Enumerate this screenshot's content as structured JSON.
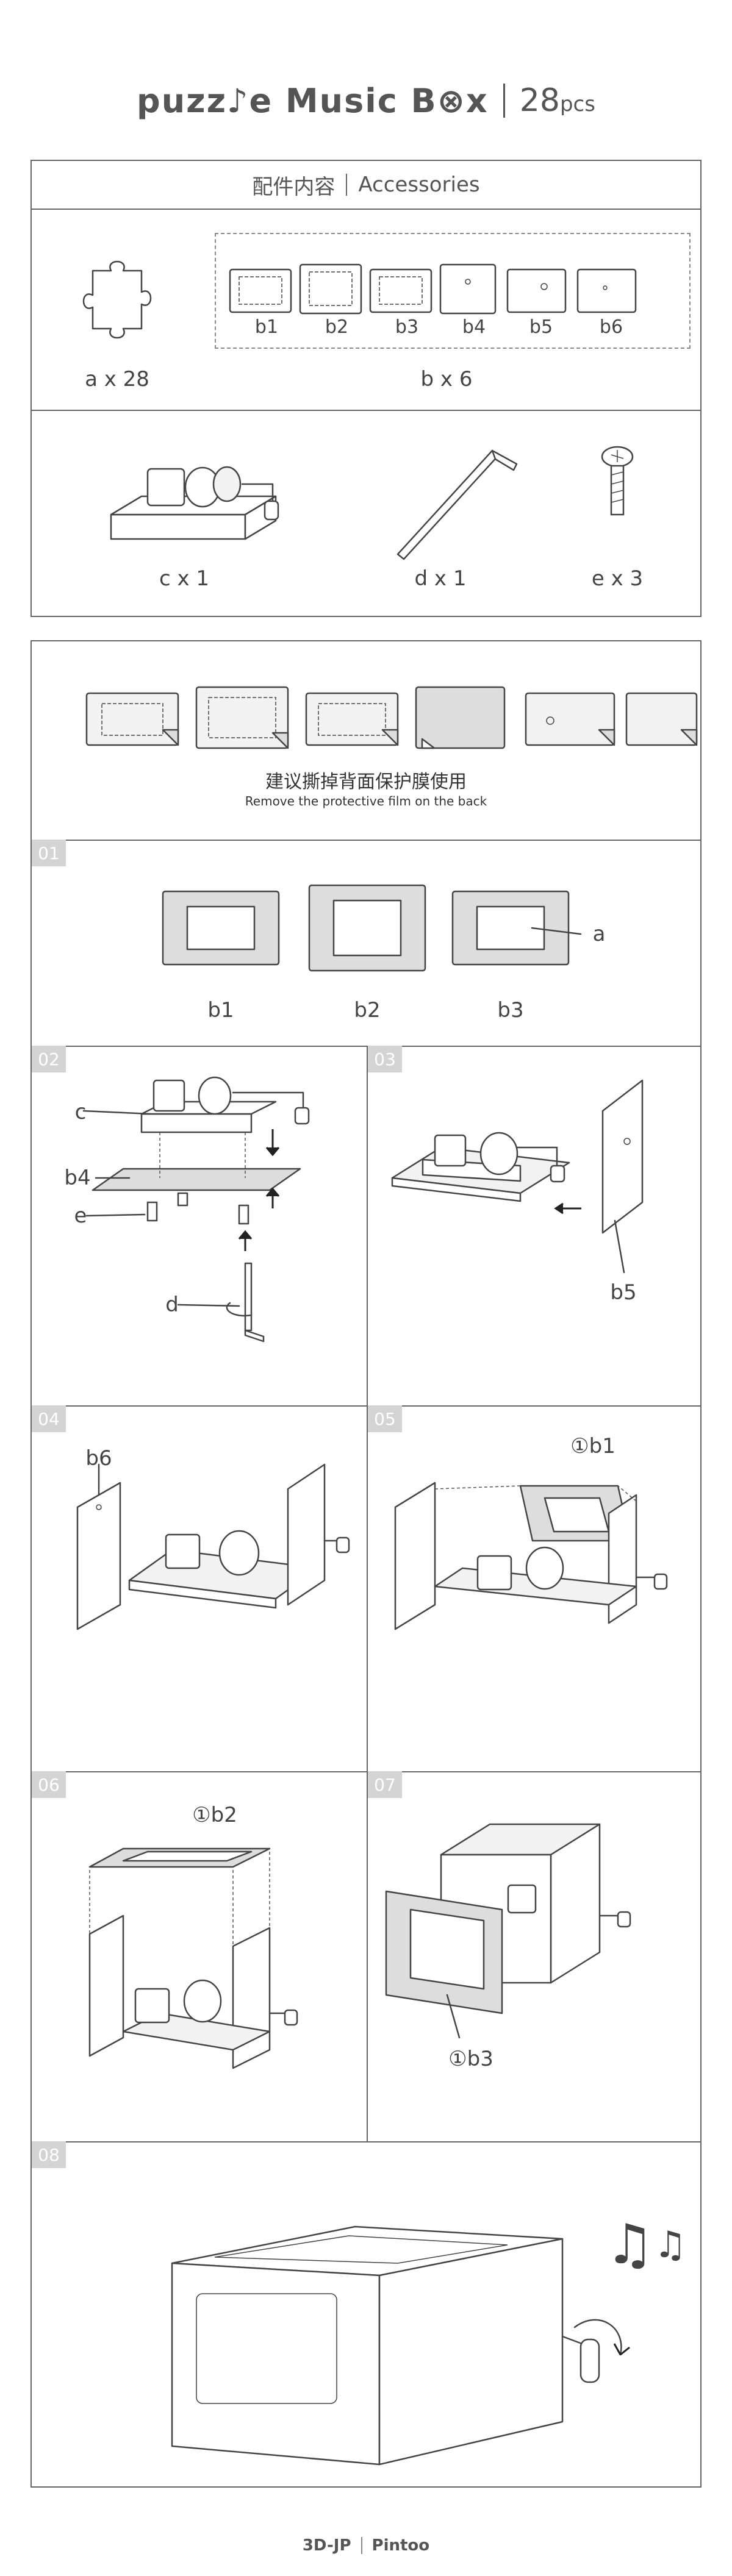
{
  "header": {
    "brand": "puzz♪e Music B⊗x",
    "count_number": "28",
    "count_unit": "pcs"
  },
  "accessories": {
    "title_cn": "配件内容",
    "title_en": "Accessories",
    "a_label": "a x 28",
    "b_label": "b x 6",
    "b_parts": [
      "b1",
      "b2",
      "b3",
      "b4",
      "b5",
      "b6"
    ],
    "c_label": "c x 1",
    "d_label": "d x 1",
    "e_label": "e x 3"
  },
  "instructions": {
    "notice_cn": "建议撕掉背面保护膜使用",
    "notice_en": "Remove the protective film on the back",
    "steps": {
      "s01": {
        "num": "01",
        "labels": [
          "b1",
          "b2",
          "b3"
        ],
        "callout": "a"
      },
      "s02": {
        "num": "02",
        "labels": {
          "c": "c",
          "b4": "b4",
          "e": "e",
          "d": "d"
        }
      },
      "s03": {
        "num": "03",
        "label": "b5"
      },
      "s04": {
        "num": "04",
        "label": "b6"
      },
      "s05": {
        "num": "05",
        "label": "①b1"
      },
      "s06": {
        "num": "06",
        "label": "①b2"
      },
      "s07": {
        "num": "07",
        "label": "①b3"
      },
      "s08": {
        "num": "08"
      }
    }
  },
  "footer": {
    "brand_left": "3D-JP",
    "brand_right": "Pintoo"
  }
}
